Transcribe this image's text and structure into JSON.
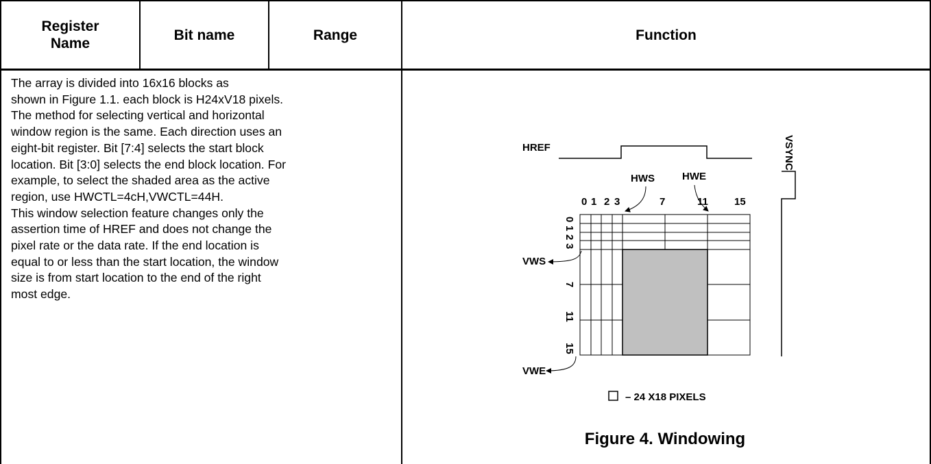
{
  "table": {
    "headers": [
      "Register\nName",
      "Bit name",
      "Range",
      "Function"
    ],
    "register_name_line1": "Register",
    "register_name_line2": "Name",
    "bit_name": "Bit name",
    "range": "Range",
    "function": "Function"
  },
  "description": {
    "lines": [
      "The array is divided into 16x16 blocks as",
      "shown in Figure 1.1. each block is H24xV18 pixels.",
      "The method for selecting vertical and horizontal",
      "window region is the same. Each direction uses an",
      "eight-bit register. Bit [7:4] selects the start block",
      "location. Bit [3:0] selects the end block location. For",
      "example, to select the shaded area as the active",
      "region, use HWCTL=4cH,VWCTL=44H.",
      "This window selection feature changes only the",
      "assertion time of HREF and does not change the",
      "pixel rate or the data rate. If the end location is",
      "equal to or less than the start location, the window",
      "size is from start location to the end of the right",
      "most edge."
    ]
  },
  "figure": {
    "href_label": "HREF",
    "vsync_label": "VSYNC",
    "hws_label": "HWS",
    "hwe_label": "HWE",
    "vws_label": "VWS",
    "vwe_label": "VWE",
    "col_labels": [
      "0",
      "1",
      "2",
      "3",
      "7",
      "11",
      "15"
    ],
    "row_labels": [
      "0",
      "1",
      "2",
      "3",
      "7",
      "11",
      "15"
    ],
    "legend": "– 24 X18 PIXELS",
    "caption": "Figure 4. Windowing",
    "shade_color": "#c0c0c0"
  }
}
